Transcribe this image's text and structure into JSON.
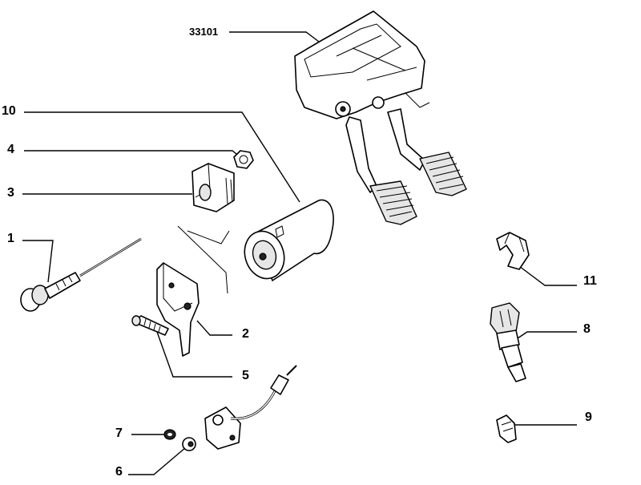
{
  "callouts": {
    "c33101": "33101",
    "c10": "10",
    "c4": "4",
    "c3": "3",
    "c1": "1",
    "c2": "2",
    "c5": "5",
    "c7": "7",
    "c6": "6",
    "c11": "11",
    "c8": "8",
    "c9": "9"
  }
}
